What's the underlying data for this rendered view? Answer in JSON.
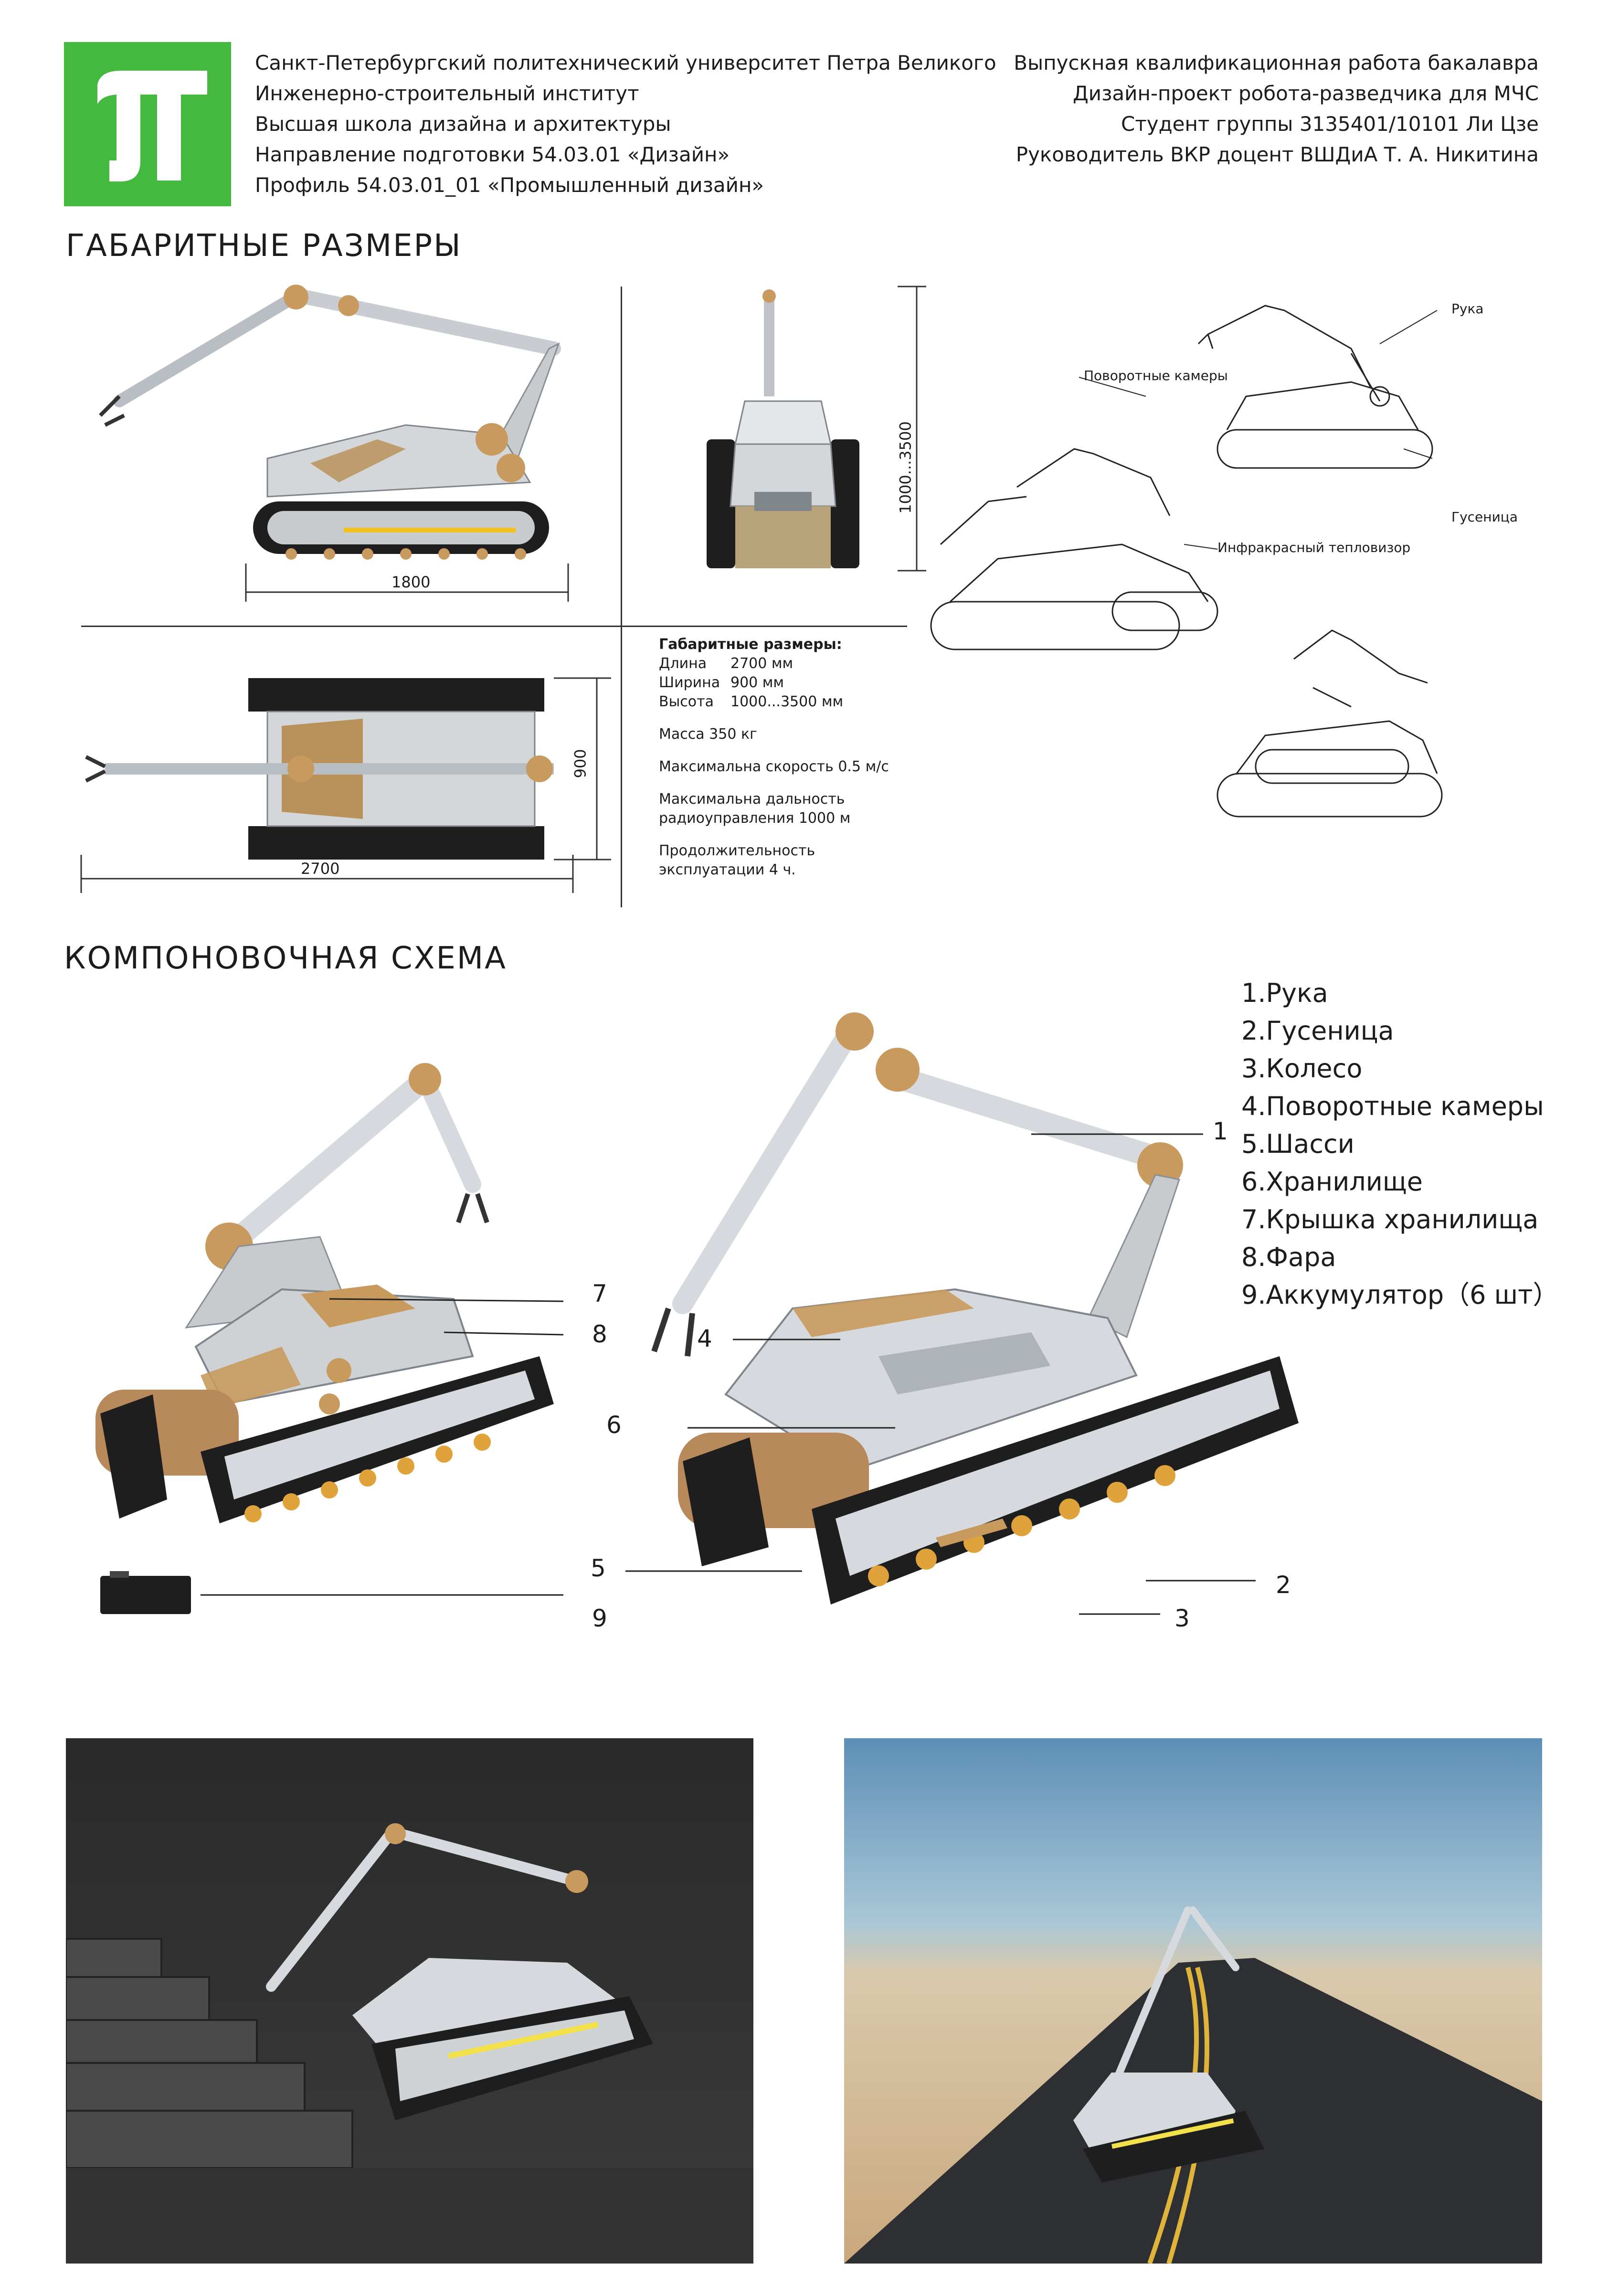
{
  "header": {
    "left_lines": [
      "Санкт-Петербургский политехнический университет Петра Великого",
      "Инженерно-строительный институт",
      "Высшая школа дизайна и архитектуры",
      "Направление подготовки 54.03.01 «Дизайн»",
      "Профиль 54.03.01_01 «Промышленный дизайн»"
    ],
    "right_lines": [
      "Выпускная квалификационная работа бакалавра",
      "Дизайн-проект робота-разведчика для МЧС",
      "Студент группы 3135401/10101 Ли Цзе",
      "Руководитель ВКР доцент ВШДиА  Т. А. Никитина"
    ]
  },
  "logo": {
    "color": "#45b83f",
    "glyph": "π"
  },
  "sections": {
    "dimensions_title": "ГАБАРИТНЫЕ РАЗМЕРЫ",
    "layout_title": "КОМПОНОВОЧНАЯ СХЕМА"
  },
  "dimensions": {
    "side_width": "1800",
    "front_height": "1000...3500",
    "top_width": "900",
    "top_length": "2700"
  },
  "callouts": {
    "arm": "Рука",
    "cameras": "Поворотные камеры",
    "track": "Гусеница",
    "thermal": "Инфракрасный тепловизор"
  },
  "specs": {
    "title": "Габаритные размеры:",
    "rows": [
      {
        "label": "Длина",
        "value": "2700 мм"
      },
      {
        "label": "Ширина",
        "value": "900 мм"
      },
      {
        "label": "Высота",
        "value": "1000...3500 мм"
      }
    ],
    "mass": "Масса 350 кг",
    "speed": "Максимальна скорость 0.5 м/с",
    "range_1": "Максимальна дальность",
    "range_2": "радиоуправления 1000 м",
    "duration_1": "Продолжительность",
    "duration_2": "эксплуатации 4 ч."
  },
  "legend": [
    "1.Рука",
    "2.Гусеница",
    "3.Колесо",
    "4.Поворотные камеры",
    "5.Шасси",
    "6.Хранилище",
    "7.Крышка хранилища",
    "8.Фара",
    "9.Аккумулятор（6 шт）"
  ],
  "numbers": [
    "1",
    "2",
    "3",
    "4",
    "5",
    "6",
    "7",
    "8",
    "9"
  ],
  "colors": {
    "accent_gold": "#b8925a",
    "bronze": "#c99a5e",
    "track": "#1e1e1e",
    "silver": "#c8cbce"
  }
}
